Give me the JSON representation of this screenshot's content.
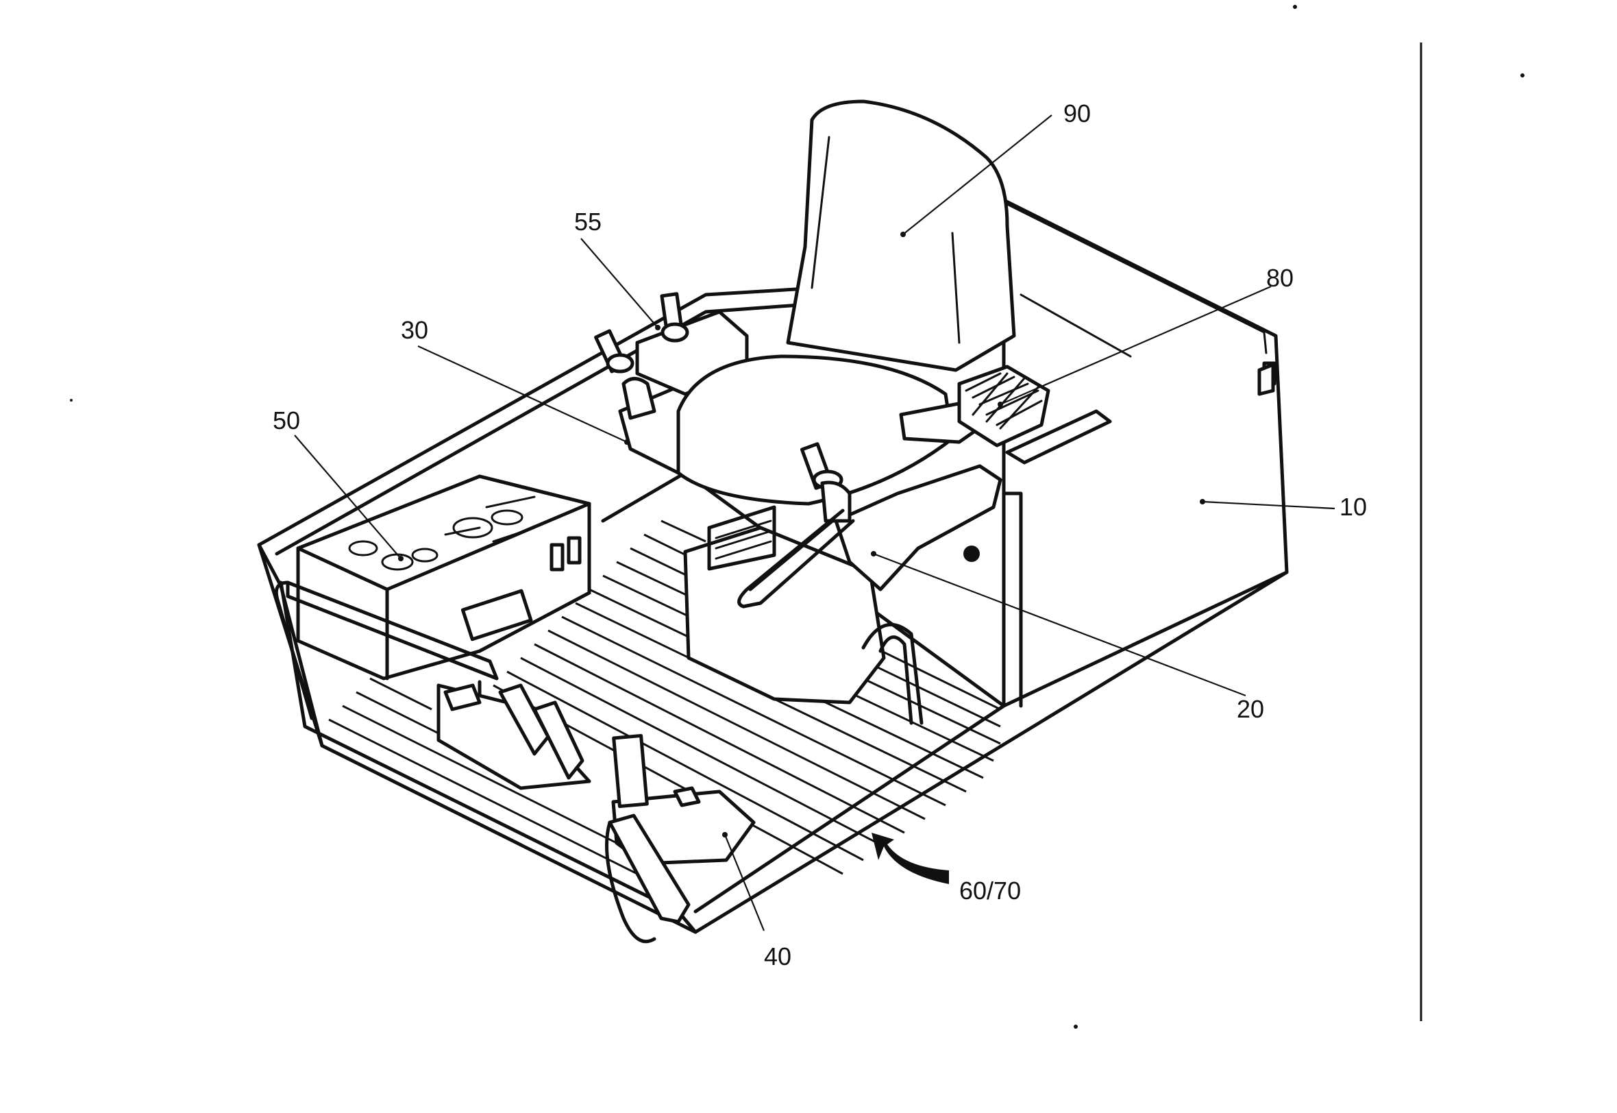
{
  "labels": {
    "cab": "10",
    "right_console": "20",
    "left_console": "30",
    "pedal": "40",
    "instrument_panel": "50",
    "upper_joystick": "55",
    "view_direction": "60/70",
    "armrest_pad": "80",
    "seat": "90"
  }
}
